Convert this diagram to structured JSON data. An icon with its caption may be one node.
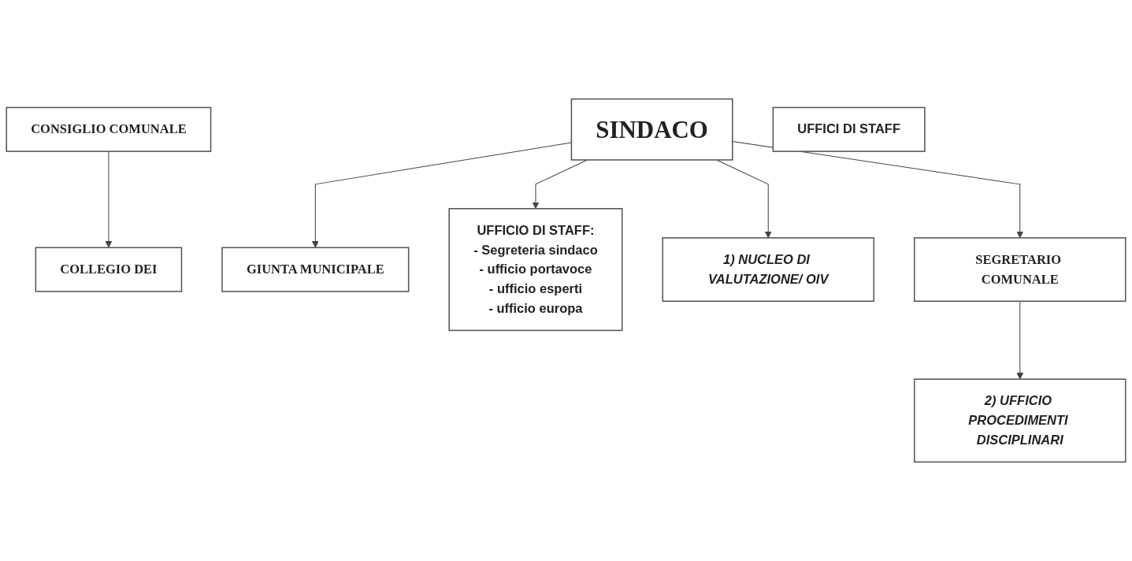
{
  "diagram": {
    "nodes": [
      {
        "text": [
          "GIUNTA MUNICIPALE"
        ]
      },
      {
        "text": [
          "CONSIGLIO COMUNALE"
        ]
      },
      {
        "text": [
          "SINDACO"
        ]
      },
      {
        "text": [
          "COLLEGIO DEI"
        ]
      },
      {
        "text": [
          "UFFICIO DI STAFF:",
          "- Segreteria sindaco",
          "- ufficio portavoce",
          "- ufficio esperti",
          "- ufficio europa"
        ]
      },
      {
        "text": [
          "UFFICI DI STAFF"
        ]
      },
      {
        "text": [
          "SEGRETARIO COMUNALE"
        ]
      },
      {
        "text": [
          "1) NUCLEO DI VALUTAZIONE/ OIV"
        ]
      },
      {
        "text": [
          "2) UFFICIO PROCEDIMENTI DISCIPLINARI"
        ]
      }
    ],
    "edges": [
      {
        "from": 2,
        "to": 0,
        "arrow": "to"
      },
      {
        "from": 1,
        "to": 3,
        "arrow": "to"
      },
      {
        "from": 2,
        "to": 4,
        "arrow": "to"
      },
      {
        "from": 2,
        "to": 7,
        "arrow": "to"
      },
      {
        "from": 2,
        "to": 6,
        "arrow": "to"
      },
      {
        "from": 6,
        "to": 8,
        "arrow": "to"
      }
    ]
  }
}
